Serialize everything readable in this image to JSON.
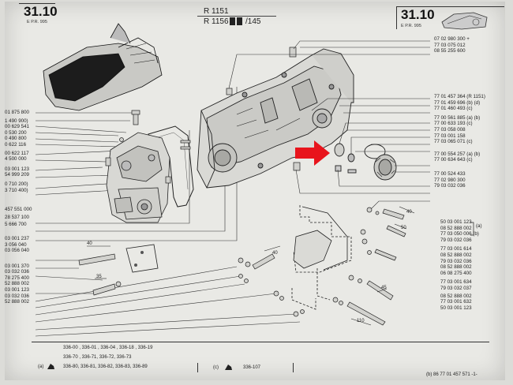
{
  "header": {
    "left_page": "31.10",
    "left_sub": "E   P.R. 995",
    "right_page": "31.10",
    "right_sub": "E   P.R. 995",
    "ref_line1": "R 1151",
    "ref_line2": "R 1156",
    "ref_suffix": "/145"
  },
  "left_parts": [
    "01 875 800",
    "1 490 900)",
    "00 629 541",
    "0 530 200",
    "0 490 800",
    "0 622 116",
    "00 622 117",
    "4 500 000",
    "03 001 123",
    "54 999 209",
    "0 710 200)",
    "3 710 400)",
    "457 551 000",
    "28 537 100",
    "5 666 700",
    "03 001 237",
    "3 056 040",
    "03 056 040",
    "03 001 370",
    "03 032 036",
    "78 275 400",
    "52 888 002",
    "03 001 123",
    "03 032 036",
    "52 888 002"
  ],
  "right_top_parts": [
    "07 02 980 300 +",
    "77 03 075 012",
    "08 55 255 600"
  ],
  "right_mid_parts": [
    "77 01 457 364 (R 1151)",
    "77 01 459 696 (b) (d)",
    "77 01 460 493 (c)",
    "77 00 561 885 (a) (b)",
    "77 00 633 193 (c)",
    "77 03 058 008",
    "77 03 001 158",
    "77 03 065 071 (c)",
    "77 00 554 257 (a) (b)",
    "77 00 634 643 (c)",
    "77 00 524 433",
    "77 02 980 300",
    "79 03 032 036"
  ],
  "right_low_parts": [
    "50 03 001 123",
    "08 52 888 002",
    "77 03 050 006 (b)",
    "79 03 032 036",
    "77 03 001 614",
    "08 52 888 002",
    "79 03 032 036",
    "08 52 888 002",
    "06 08 275 400",
    "77 03 001 634",
    "79 03 032 037",
    "08 52 888 002",
    "77 03 001 632",
    "50 03 001 123"
  ],
  "bracket_a": "(a)",
  "dimension_labels": [
    "40",
    "50",
    "40",
    "35",
    "40",
    "45",
    "110"
  ],
  "footer": {
    "a_label": "(a)",
    "a_lines": [
      "336-00 , 336-01 , 336-04 , 336-18 , 336-19",
      "336-70 , 336-71, 336-72, 336-73",
      "336-80, 336-81, 336-82, 336-83, 336-89"
    ],
    "c_label": "(c)",
    "c_text": "336-107",
    "right_text": "(b)   86   77 01 457 571 -1-"
  },
  "colors": {
    "paper": "#e9e9e5",
    "ink": "#222222",
    "arrow": "#e8141c"
  }
}
